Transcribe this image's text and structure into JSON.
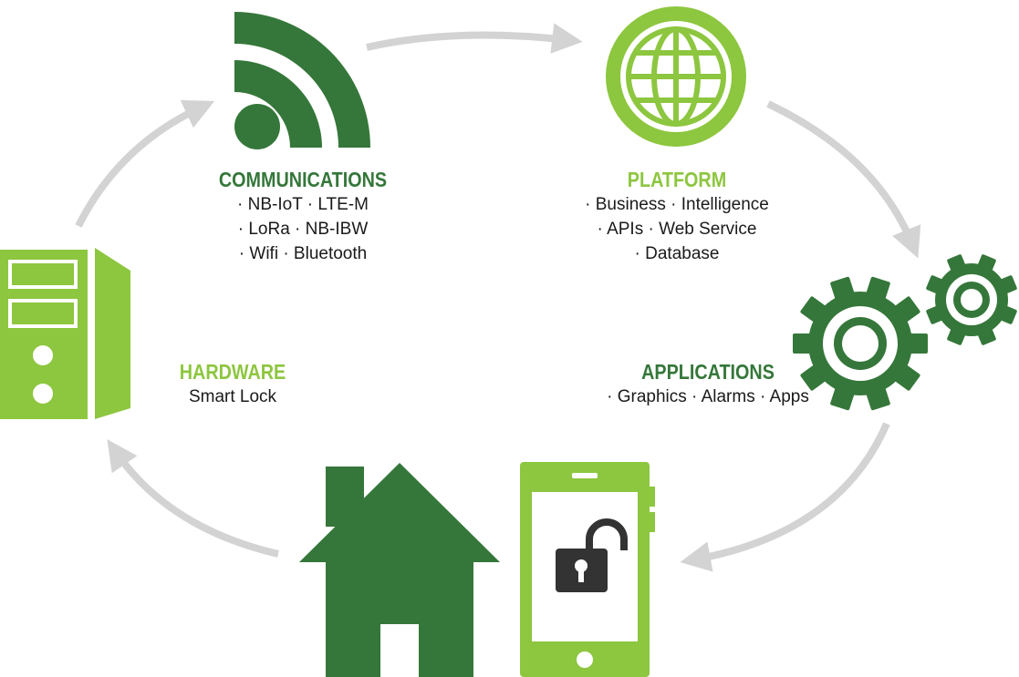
{
  "colors": {
    "dark_green": "#35773a",
    "light_green": "#8dc63f",
    "arrow_gray": "#d3d3d3",
    "lock_dark": "#333333",
    "text": "#1a1a1a"
  },
  "communications": {
    "icon": "wifi-signal-icon",
    "title": "COMMUNICATIONS",
    "lines": [
      "· NB-IoT · LTE-M",
      "· LoRa · NB-IBW",
      "· Wifi · Bluetooth"
    ]
  },
  "platform": {
    "icon": "globe-icon",
    "title": "PLATFORM",
    "lines": [
      "· Business · Intelligence",
      "· APIs · Web Service",
      "· Database"
    ]
  },
  "applications": {
    "icon": "gears-icon",
    "title": "APPLICATIONS",
    "lines": [
      "· Graphics · Alarms · Apps"
    ]
  },
  "hardware": {
    "icon": "server-tower-icon",
    "title": "HARDWARE",
    "lines": [
      "Smart Lock"
    ]
  },
  "home": {
    "icons": [
      "house-icon",
      "smartphone-icon",
      "unlocked-padlock-icon"
    ]
  }
}
